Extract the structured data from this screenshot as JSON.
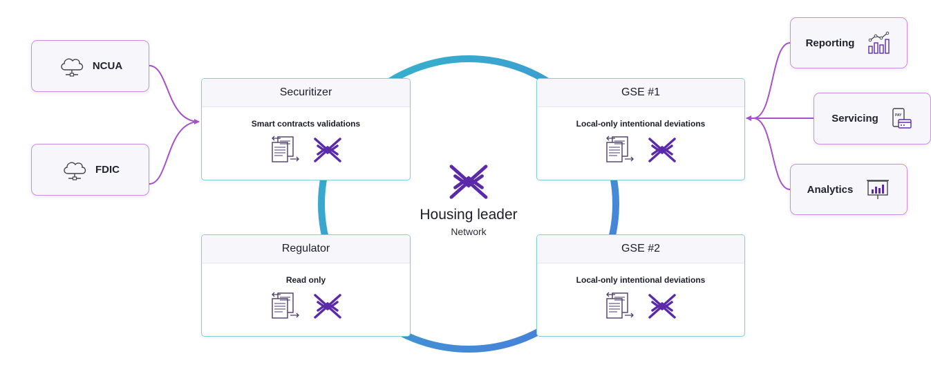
{
  "center": {
    "title": "Housing leader",
    "subtitle": "Network"
  },
  "nodes": [
    {
      "title": "Securitizer",
      "subtitle": "Smart contracts validations"
    },
    {
      "title": "GSE #1",
      "subtitle": "Local-only intentional deviations"
    },
    {
      "title": "Regulator",
      "subtitle": "Read only"
    },
    {
      "title": "GSE #2",
      "subtitle": "Local-only intentional deviations"
    }
  ],
  "left_sources": [
    {
      "label": "NCUA",
      "icon": "cloud-network-icon"
    },
    {
      "label": "FDIC",
      "icon": "cloud-network-icon"
    }
  ],
  "right_outputs": [
    {
      "label": "Reporting",
      "icon": "bar-chart-icon"
    },
    {
      "label": "Servicing",
      "icon": "payment-icon"
    },
    {
      "label": "Analytics",
      "icon": "presentation-chart-icon"
    }
  ],
  "colors": {
    "ring_start": "#33b8c9",
    "ring_end": "#4a79dc",
    "connector": "#a650c9",
    "brand_purple": "#5b2aa8",
    "node_border": "#7fd0d6",
    "side_border": "#c98ddf"
  }
}
